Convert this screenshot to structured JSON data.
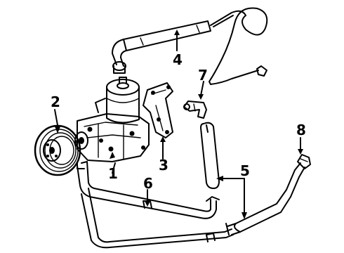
{
  "callouts": {
    "pump": "1",
    "pulley": "2",
    "bracket": "3",
    "pressure_hose": "4",
    "return_hose": "5",
    "cooler_line": "6",
    "fitting": "7",
    "connector": "8"
  }
}
